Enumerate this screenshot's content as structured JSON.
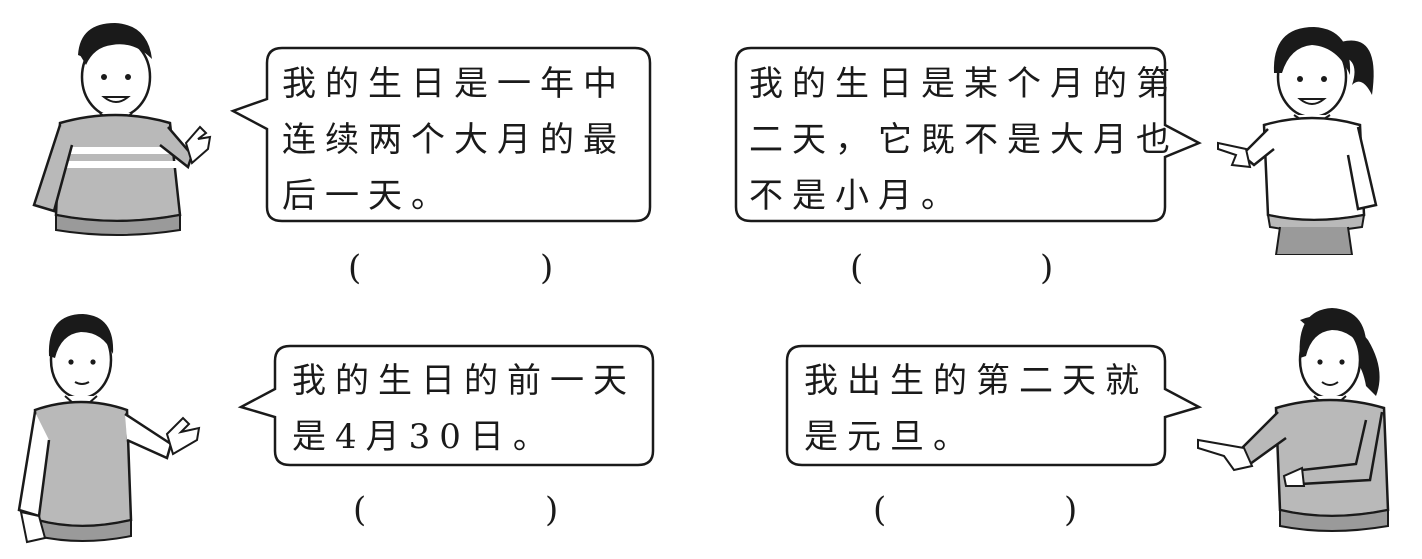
{
  "bubbles": {
    "top_left": {
      "lines": [
        "我的生日是一年中",
        "连续两个大月的最",
        "后一天。"
      ]
    },
    "top_right": {
      "lines": [
        "我的生日是某个月的第",
        "二天，它既不是大月也",
        "不是小月。"
      ]
    },
    "bottom_left": {
      "lines": [
        "我的生日的前一天",
        "是4月30日。"
      ]
    },
    "bottom_right": {
      "lines": [
        "我出生的第二天就",
        "是元旦。"
      ]
    }
  },
  "answer_brackets": {
    "open": "(",
    "close": ")"
  },
  "colors": {
    "ink": "#1a1a1a",
    "sweater": "#b9b9b9",
    "sweater_dark": "#9a9a9a",
    "skin": "#ffffff"
  }
}
